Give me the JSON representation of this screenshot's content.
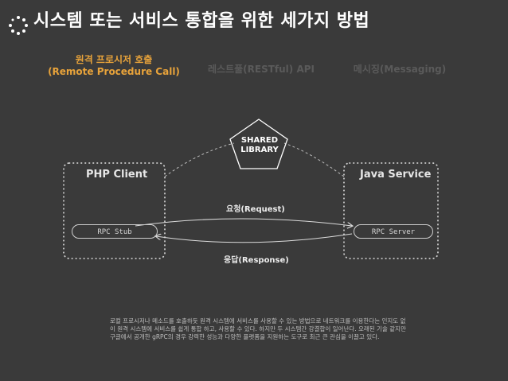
{
  "slide": {
    "title": "시스템 또는 서비스 통합을 위한 세가지 방법",
    "tabs": [
      {
        "label": "원격 프로시저 호출\n(Remote Procedure Call)",
        "active": true
      },
      {
        "label": "레스트풀(RESTful) API",
        "active": false
      },
      {
        "label": "메시징(Messaging)",
        "active": false
      }
    ],
    "colors": {
      "accent": "#e8a33a",
      "background": "#3a3a3a",
      "inactive": "#5a5a5a"
    }
  },
  "diagram": {
    "left_box": {
      "label": "PHP Client",
      "stub": "RPC Stub"
    },
    "right_box": {
      "label": "Java Service",
      "stub": "RPC Server"
    },
    "shared_library": "SHARED\nLIBRARY",
    "request_label": "요청(Request)",
    "response_label": "응답(Response)"
  },
  "description": "로컬 프로시저나 메소드를 호출하듯 원격 시스템에 서비스를 사용할 수 있는 방법으로 네트워크를 이용한다는 인지도 없이 원격 시스템에 서비스를 쉽게 통합 하고, 사용할 수 있다. 하지만 두 시스템간 강결합이 일어난다. 오래된 기술 같지만 구글에서 공개한 gRPC의 경우 강력한 성능과 다양한 플랫폼을 지원하는 도구로 최근 큰 관심을 이끌고 있다."
}
